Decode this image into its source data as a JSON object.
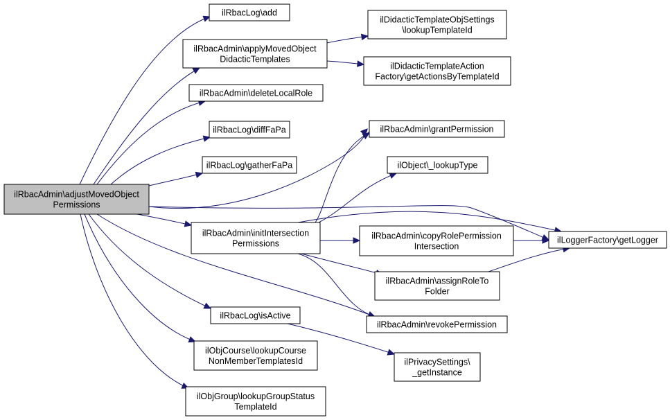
{
  "diagram": {
    "nodes": {
      "adjust": {
        "lines": [
          "ilRbacAdmin\\adjustMovedObject",
          "Permissions"
        ],
        "root": true
      },
      "logAdd": {
        "lines": [
          "ilRbacLog\\add"
        ]
      },
      "applyMoved": {
        "lines": [
          "ilRbacAdmin\\applyMovedObject",
          "DidacticTemplates"
        ]
      },
      "deleteRole": {
        "lines": [
          "ilRbacAdmin\\deleteLocalRole"
        ]
      },
      "diffFaPa": {
        "lines": [
          "ilRbacLog\\diffFaPa"
        ]
      },
      "gatherFaPa": {
        "lines": [
          "ilRbacLog\\gatherFaPa"
        ]
      },
      "initInter": {
        "lines": [
          "ilRbacAdmin\\initIntersection",
          "Permissions"
        ]
      },
      "isActive": {
        "lines": [
          "ilRbacLog\\isActive"
        ]
      },
      "courseTpl": {
        "lines": [
          "ilObjCourse\\lookupCourse",
          "NonMemberTemplatesId"
        ]
      },
      "groupTpl": {
        "lines": [
          "ilObjGroup\\lookupGroupStatus",
          "TemplateId"
        ]
      },
      "didSettings": {
        "lines": [
          "ilDidacticTemplateObjSettings",
          "\\lookupTemplateId"
        ]
      },
      "didActions": {
        "lines": [
          "ilDidacticTemplateAction",
          "Factory\\getActionsByTemplateId"
        ]
      },
      "grantPerm": {
        "lines": [
          "ilRbacAdmin\\grantPermission"
        ]
      },
      "lookupType": {
        "lines": [
          "ilObject\\_lookupType"
        ]
      },
      "copyRole": {
        "lines": [
          "ilRbacAdmin\\copyRolePermission",
          "Intersection"
        ]
      },
      "assignRole": {
        "lines": [
          "ilRbacAdmin\\assignRoleTo",
          "Folder"
        ]
      },
      "revokePerm": {
        "lines": [
          "ilRbacAdmin\\revokePermission"
        ]
      },
      "privacy": {
        "lines": [
          "ilPrivacySettings\\",
          "_getInstance"
        ]
      },
      "logger": {
        "lines": [
          "ilLoggerFactory\\getLogger"
        ]
      }
    },
    "edges": [
      [
        "adjust",
        "logAdd"
      ],
      [
        "adjust",
        "applyMoved"
      ],
      [
        "adjust",
        "deleteRole"
      ],
      [
        "adjust",
        "diffFaPa"
      ],
      [
        "adjust",
        "gatherFaPa"
      ],
      [
        "adjust",
        "grantPerm"
      ],
      [
        "adjust",
        "logger"
      ],
      [
        "adjust",
        "initInter"
      ],
      [
        "adjust",
        "revokePerm"
      ],
      [
        "adjust",
        "isActive"
      ],
      [
        "adjust",
        "courseTpl"
      ],
      [
        "adjust",
        "groupTpl"
      ],
      [
        "applyMoved",
        "didSettings"
      ],
      [
        "applyMoved",
        "didActions"
      ],
      [
        "initInter",
        "grantPerm"
      ],
      [
        "initInter",
        "lookupType"
      ],
      [
        "initInter",
        "logger"
      ],
      [
        "initInter",
        "copyRole"
      ],
      [
        "initInter",
        "assignRole"
      ],
      [
        "initInter",
        "revokePerm"
      ],
      [
        "copyRole",
        "logger"
      ],
      [
        "assignRole",
        "logger"
      ],
      [
        "isActive",
        "privacy"
      ]
    ]
  }
}
